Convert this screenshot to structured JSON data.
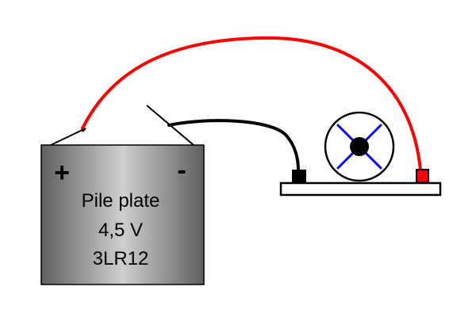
{
  "battery": {
    "plus_sign": "+",
    "minus_sign": "-",
    "label_line1": "Pile plate",
    "label_line2": "4,5 V",
    "label_line3": "3LR12"
  },
  "colors": {
    "wire_red": "#ff0000",
    "wire_black": "#000000",
    "fan_blades": "#0000ff",
    "terminal_red": "#ff0000",
    "battery_body_gradient": [
      "#5f5f5f",
      "#cfcfcf",
      "#5f5f5f"
    ]
  },
  "icons": {
    "lamp_fan": "x-shaped-blades-in-circle",
    "battery": "flat-battery-with-tabs"
  }
}
